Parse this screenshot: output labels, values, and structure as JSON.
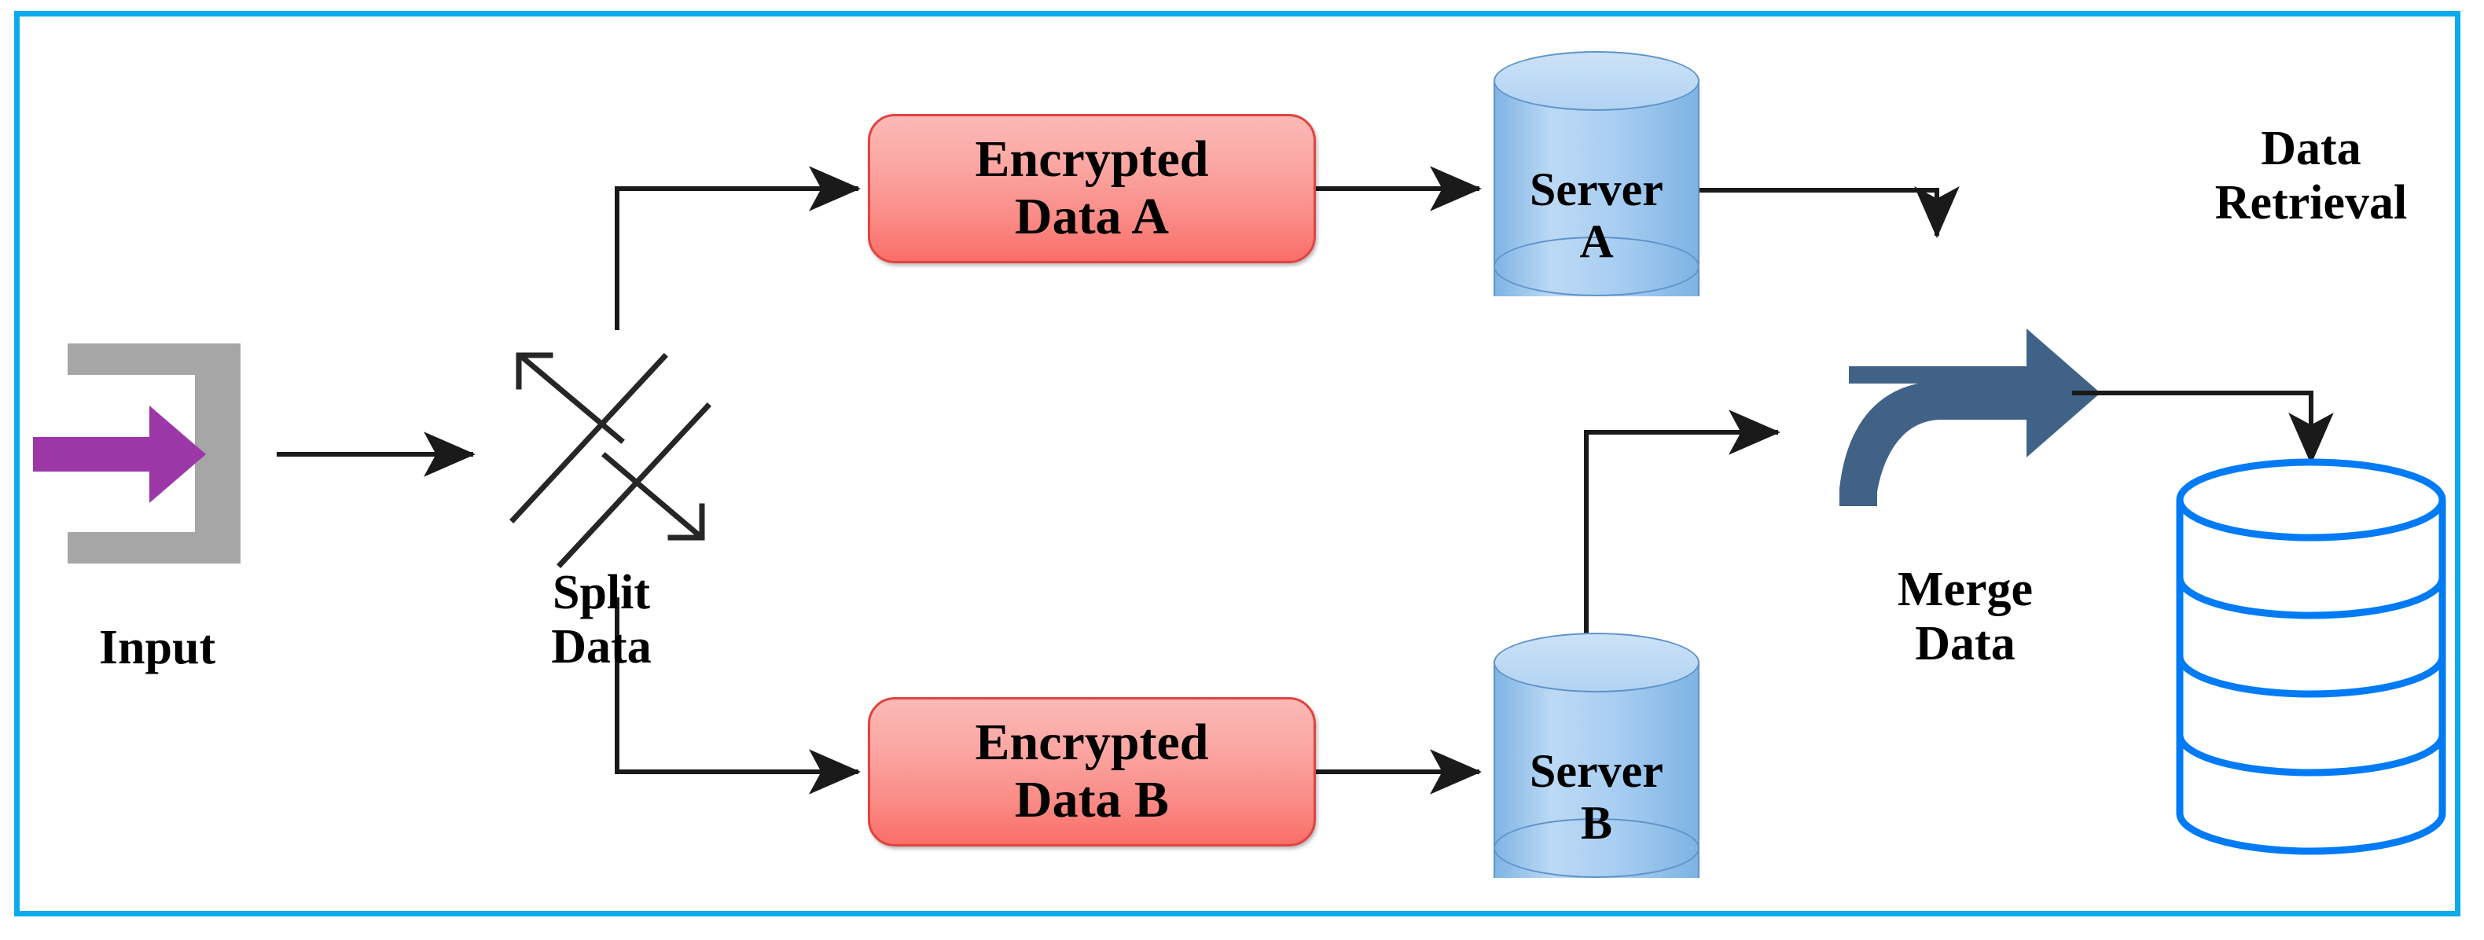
{
  "diagram": {
    "title": "Split-Merge Encrypted Data Flow",
    "border_color": "#0aaaee",
    "nodes": {
      "input": {
        "label": "Input",
        "icon": "input-box-arrow-icon",
        "icon_frame_color": "#a6a6a6",
        "icon_arrow_color": "#9c37a8"
      },
      "split": {
        "label": "Split\nData",
        "icon": "split-cross-arrows-icon",
        "icon_color": "#262626"
      },
      "encrypted_a": {
        "label": "Encrypted\nData A",
        "fill_top": "#fbb9b6",
        "fill_bottom": "#fa6e68",
        "border": "#e0443f"
      },
      "encrypted_b": {
        "label": "Encrypted\nData B",
        "fill_top": "#fbb9b6",
        "fill_bottom": "#fa6e68",
        "border": "#e0443f"
      },
      "server_a": {
        "label": "Server\nA",
        "fill": "#a6cdf1",
        "border": "#5f93c9"
      },
      "server_b": {
        "label": "Server\nB",
        "fill": "#a6cdf1",
        "border": "#5f93c9"
      },
      "merge": {
        "label": "Merge\nData",
        "icon": "merge-arrow-icon",
        "circle_color": "#f9c97a",
        "arrow_color": "#416287"
      },
      "retrieval": {
        "label": "Data\nRetrieval",
        "icon": "database-cylinder-icon",
        "stroke": "#007bf5"
      }
    },
    "edges": [
      {
        "from": "input",
        "to": "split",
        "style": "straight-arrow"
      },
      {
        "from": "split",
        "to": "encrypted_a",
        "style": "elbow-up-arrow"
      },
      {
        "from": "split",
        "to": "encrypted_b",
        "style": "elbow-down-arrow"
      },
      {
        "from": "encrypted_a",
        "to": "server_a",
        "style": "straight-arrow"
      },
      {
        "from": "encrypted_b",
        "to": "server_b",
        "style": "straight-arrow"
      },
      {
        "from": "server_a",
        "to": "merge",
        "style": "elbow-down-into-top"
      },
      {
        "from": "server_b",
        "to": "merge",
        "style": "elbow-up-into-left"
      },
      {
        "from": "merge",
        "to": "retrieval",
        "style": "elbow-down-into-top"
      }
    ]
  }
}
